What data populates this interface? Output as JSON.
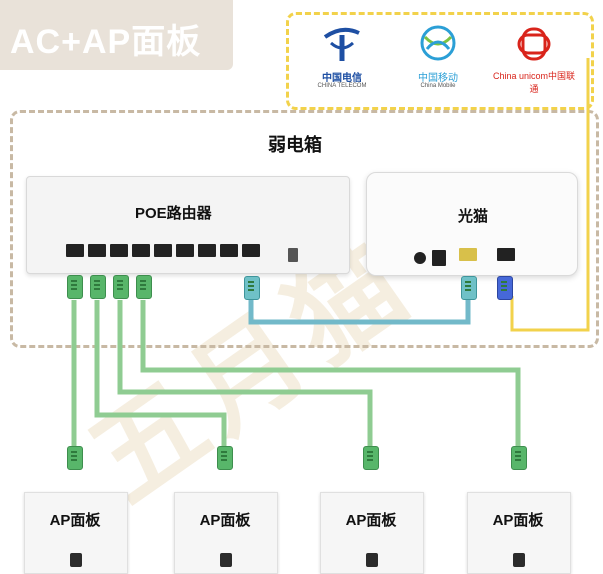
{
  "title": "AC+AP面板",
  "weak_box_label": "弱电箱",
  "router_label": "POE路由器",
  "modem_label": "光猫",
  "watermark": "五月猫",
  "carriers": [
    {
      "cn": "中国电信",
      "en": "CHINA TELECOM",
      "color": "#1e4fa3",
      "icon": "china-telecom-logo"
    },
    {
      "cn": "中国移动",
      "en": "China Mobile",
      "color": "#2b9fd6",
      "icon": "china-mobile-logo"
    },
    {
      "cn": "China unicom中国联通",
      "en": "",
      "color": "#d9241b",
      "icon": "china-unicom-logo"
    }
  ],
  "ap_panels": [
    {
      "label": "AP面板"
    },
    {
      "label": "AP面板"
    },
    {
      "label": "AP面板"
    },
    {
      "label": "AP面板"
    }
  ],
  "colors": {
    "cable_green": "#8fcc92",
    "cable_teal": "#72b9c9",
    "fiber_yellow": "#f2d24b",
    "dash_beige": "#c8b9a4"
  }
}
